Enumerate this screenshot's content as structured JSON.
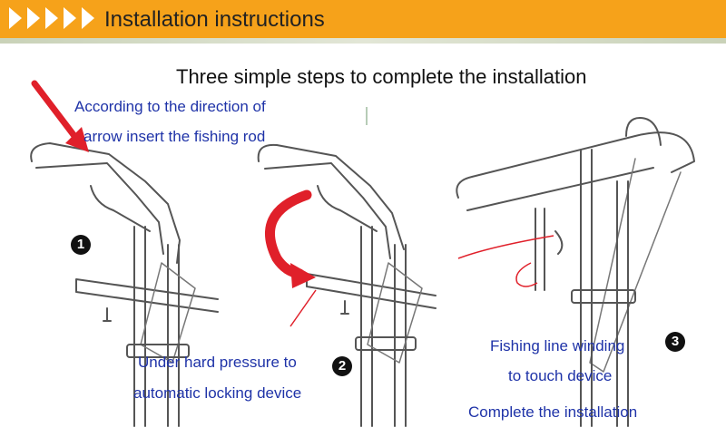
{
  "header": {
    "title": "Installation instructions"
  },
  "subtitle": "Three simple steps to complete the installation",
  "steps": [
    {
      "number": "1",
      "lines": [
        "According to the direction of",
        "arrow insert the fishing rod"
      ]
    },
    {
      "number": "2",
      "lines": [
        "Under hard pressure to",
        "automatic locking device"
      ]
    },
    {
      "number": "3",
      "lines": [
        "Fishing line winding",
        "to touch device",
        "Complete the installation"
      ]
    }
  ],
  "colors": {
    "header": "#f6a21a",
    "instruction_text": "#1f33a8",
    "arrow": "#e0202a"
  }
}
